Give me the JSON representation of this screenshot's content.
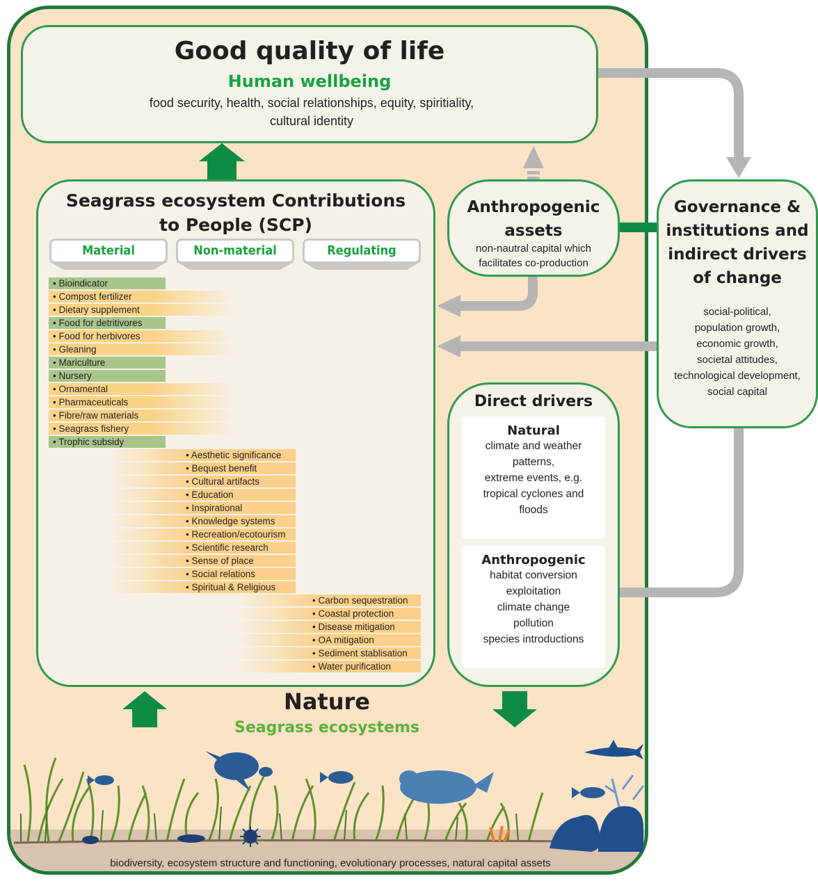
{
  "good_life": {
    "title": "Good quality of life",
    "subtitle": "Human wellbeing",
    "body": "food security, health, social relationships, equity, spiritiality, cultural identity"
  },
  "scp": {
    "title_line1": "Seagrass ecosystem Contributions",
    "title_line2": "to People (SCP)",
    "tabs": [
      "Material",
      "Non-material",
      "Regulating"
    ],
    "material": [
      {
        "label": "• Bioindicator",
        "style": "green"
      },
      {
        "label": "• Compost fertilizer",
        "style": "orange"
      },
      {
        "label": "• Dietary supplement",
        "style": "orange"
      },
      {
        "label": "• Food for detritivores",
        "style": "green"
      },
      {
        "label": "• Food for herbivores",
        "style": "orange"
      },
      {
        "label": "• Gleaning",
        "style": "orange"
      },
      {
        "label": "• Mariculture",
        "style": "green"
      },
      {
        "label": "• Nursery",
        "style": "green"
      },
      {
        "label": "• Ornamental",
        "style": "orange"
      },
      {
        "label": "• Pharmaceuticals",
        "style": "orange"
      },
      {
        "label": "• Fibre/raw materials",
        "style": "orange"
      },
      {
        "label": "• Seagrass fishery",
        "style": "orange"
      },
      {
        "label": "• Trophic subsidy",
        "style": "green"
      }
    ],
    "non_material": [
      "• Aesthetic significance",
      "• Bequest benefit",
      "• Cultural artifacts",
      "• Education",
      "• Inspirational",
      "• Knowledge systems",
      "• Recreation/ecotourism",
      "• Scientific research",
      "• Sense of place",
      "• Social relations",
      "• Spiritual & Religious"
    ],
    "regulating": [
      "• Carbon sequestration",
      "• Coastal protection",
      "• Disease mitigation",
      "• OA mitigation",
      "• Sediment stablisation",
      "• Water purification"
    ]
  },
  "anthropogenic_assets": {
    "title_line1": "Anthropogenic",
    "title_line2": "assets",
    "body_line1": "non-nautral capital which",
    "body_line2": "facilitates co-production"
  },
  "governance": {
    "title_lines": [
      "Governance &",
      "institutions and",
      "indirect drivers",
      "of change"
    ],
    "body_lines": [
      "social-political,",
      "population growth,",
      "economic growth,",
      "societal attitudes,",
      "technological development,",
      "social capital"
    ]
  },
  "direct_drivers": {
    "title": "Direct drivers",
    "natural": {
      "title": "Natural",
      "lines": [
        "climate and weather",
        "patterns,",
        "extreme events, e.g.",
        "tropical cyclones and",
        "floods"
      ]
    },
    "anthropogenic": {
      "title": "Anthropogenic",
      "lines": [
        "habitat conversion",
        "exploitation",
        "climate change",
        "pollution",
        "species introductions"
      ]
    }
  },
  "nature": {
    "title": "Nature",
    "subtitle": "Seagrass ecosystems",
    "caption": "biodiversity, ecosystem structure and functioning, evolutionary processes, natural capital assets"
  },
  "colors": {
    "frame_green": "#1f7a3a",
    "panel_green": "#2f9a4f",
    "arrow_green": "#0e8c46",
    "arrow_grey": "#b5b5b5",
    "label_green": "#17a341",
    "background_peach": "#fbe3c6",
    "material_green": "#a8c58b",
    "orange_band": "#fbd388",
    "sea_blue": "#1f4f8c"
  }
}
